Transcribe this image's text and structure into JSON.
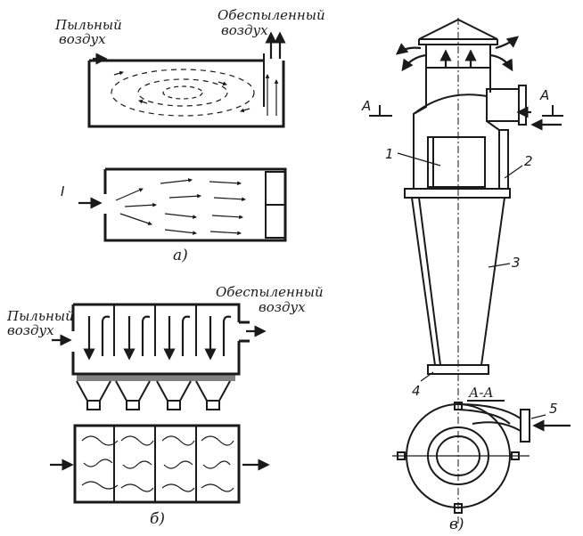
{
  "panel_a": {
    "inlet_label_line1": "Пыльный",
    "inlet_label_line2": "воздух",
    "outlet_label_line1": "Обеспыленный",
    "outlet_label_line2": "воздух",
    "lower_chamber_mark": "I",
    "caption": "а)"
  },
  "panel_b": {
    "inlet_label_line1": "Пыльный",
    "inlet_label_line2": "воздух",
    "outlet_label_line1": "Обеспыленный",
    "outlet_label_line2": "воздух",
    "caption": "б)"
  },
  "panel_v": {
    "section_mark_left": "А",
    "section_mark_right": "А",
    "section_title": "А-А",
    "callout_1": "1",
    "callout_2": "2",
    "callout_3": "3",
    "callout_4": "4",
    "callout_5": "5",
    "caption": "в)"
  }
}
